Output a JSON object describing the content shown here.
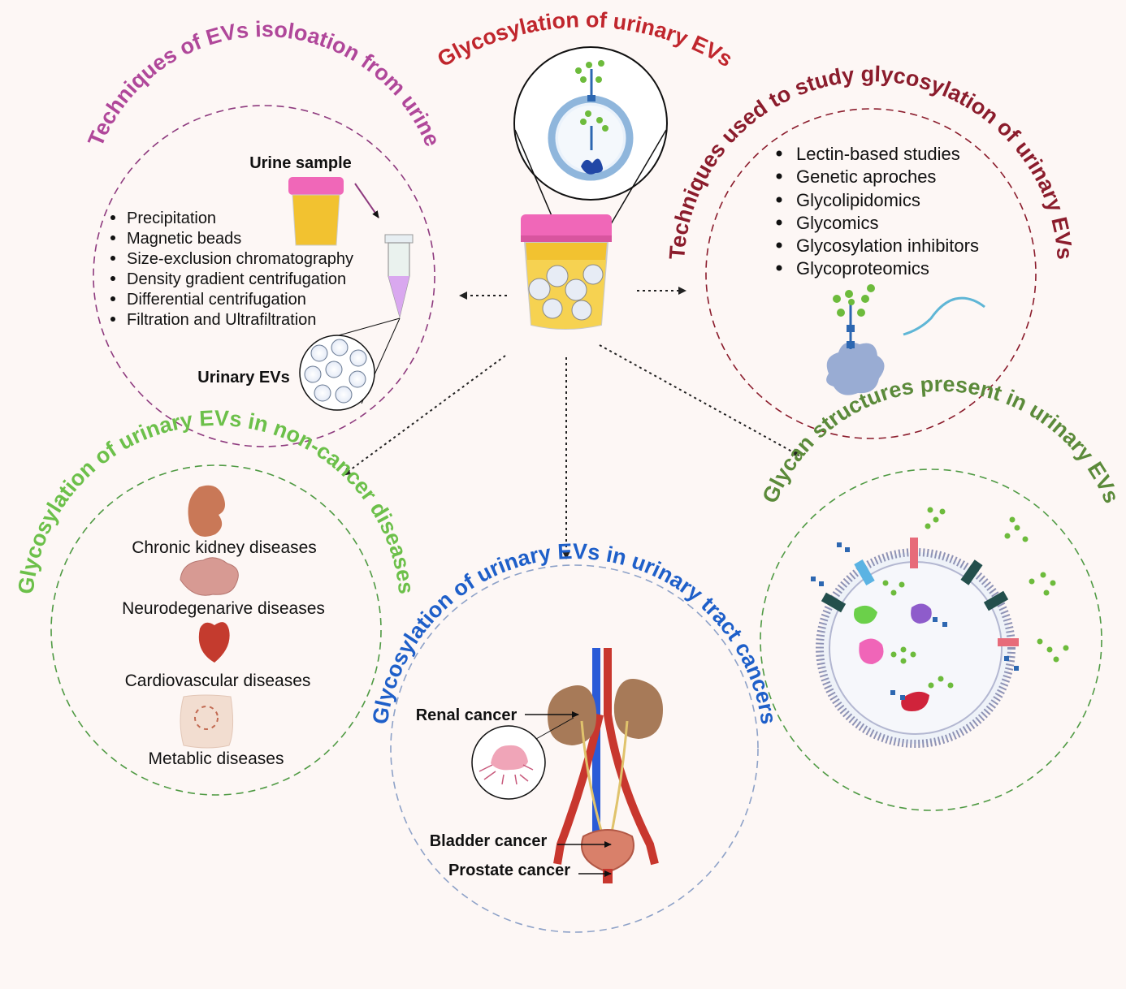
{
  "center": {
    "title": "Glycosylation of urinary EVs"
  },
  "isolation": {
    "title": "Techniques of EVs isoloation from urine",
    "sample_label": "Urine sample",
    "evs_label": "Urinary EVs",
    "methods": [
      "Precipitation",
      "Magnetic beads",
      "Size-exclusion chromatography",
      "Density gradient centrifugation",
      "Differential centrifugation",
      "Filtration and Ultrafiltration"
    ],
    "color": "#b0479a"
  },
  "study": {
    "title": "Techniques used to study glycosylation of urinary EVs",
    "methods": [
      "Lectin-based studies",
      "Genetic aproches",
      "Glycolipidomics",
      "Glycomics",
      "Glycosylation inhibitors",
      "Glycoproteomics"
    ],
    "color": "#8b1c2c"
  },
  "noncancer": {
    "title": "Glycosylation of urinary EVs in non-cancer diseases",
    "diseases": [
      "Chronic kidney diseases",
      "Neurodegenarive diseases",
      "Cardiovascular diseases",
      "Metablic diseases"
    ],
    "color": "#6cc04a"
  },
  "cancer": {
    "title": "Glycosylation of urinary  EVs in urinary tract cancers",
    "renal": "Renal cancer",
    "bladder": "Bladder cancer",
    "prostate": "Prostate cancer",
    "color": "#1e5fc9"
  },
  "glycan": {
    "title": "Glycan structures present in urinary EVs",
    "color": "#5b8a3a"
  },
  "colors": {
    "center_title": "#c0262d",
    "urine": "#f2c230",
    "cap": "#f067b8"
  }
}
